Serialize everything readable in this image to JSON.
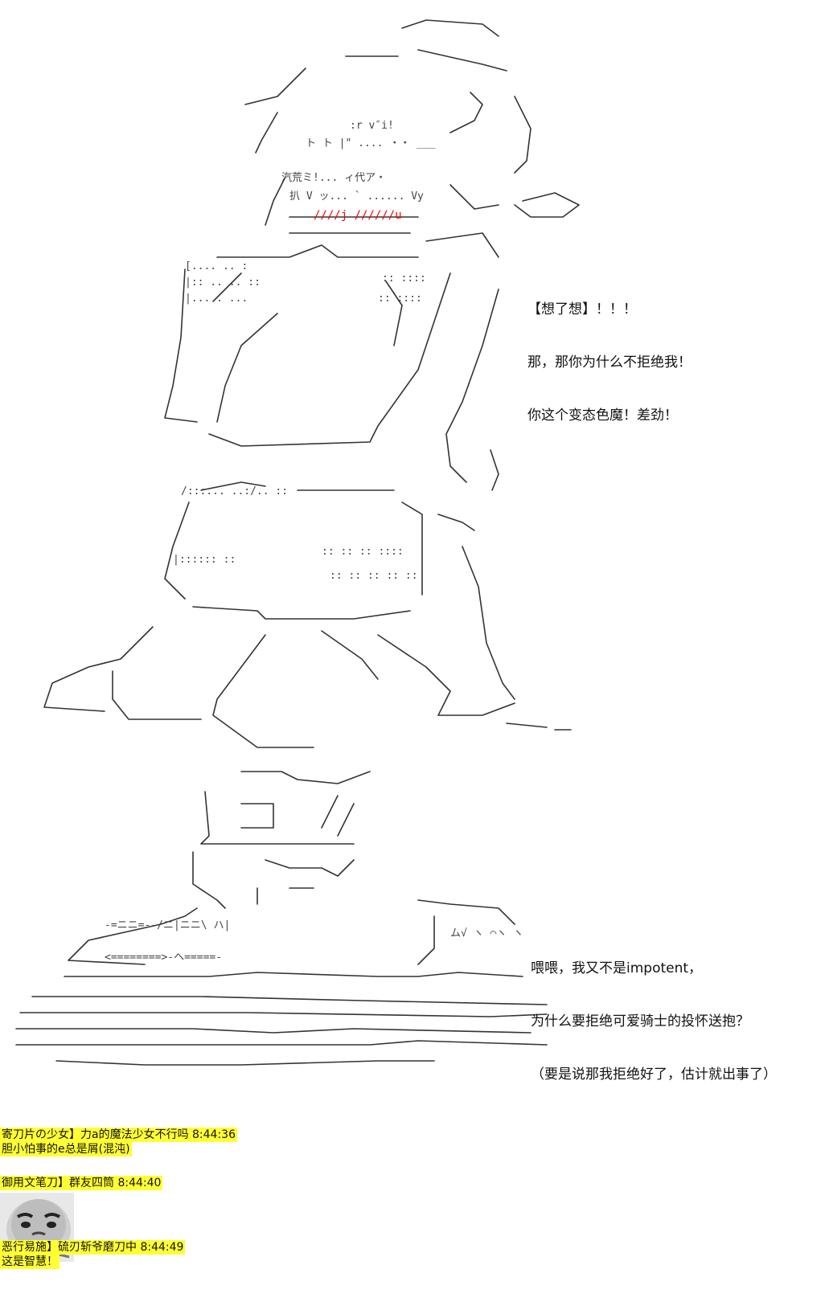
{
  "speech": {
    "bubble1": [
      "【想了想】！！！",
      "那，那你为什么不拒绝我！",
      "你这个变态色魔！差劲！"
    ],
    "bubble2": [
      "喂喂，我又不是impotent，",
      "为什么要拒绝可爱骑士的投怀送抱？",
      "（要是说那我拒绝好了，估计就出事了）"
    ]
  },
  "art_text": {
    "blush": "////j //////u"
  },
  "chat": {
    "msg1": {
      "header": "寄刀片の少女】力a的魔法少女不行吗 8:44:36",
      "body": "胆小怕事的e总是屑(混沌)"
    },
    "msg2": {
      "header": "御用文笔刀】群友四筒 8:44:40",
      "avatar": "meme-face"
    },
    "msg3": {
      "header": "恶行易施】硫刃斩爷磨刀中 8:44:49",
      "body": "这是智慧！"
    }
  },
  "colors": {
    "highlight": "#ffff33",
    "blush": "#ff0000"
  }
}
